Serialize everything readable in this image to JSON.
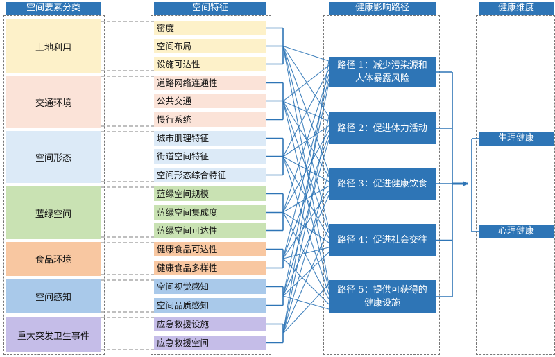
{
  "headers": {
    "categories": "空间要素分类",
    "features": "空间特征",
    "pathways": "健康影响路径",
    "dimensions": "健康维度"
  },
  "categories": [
    {
      "label": "土地利用",
      "color": "#fdf1c9"
    },
    {
      "label": "交通环境",
      "color": "#fbe3d8"
    },
    {
      "label": "空间形态",
      "color": "#dceaf7"
    },
    {
      "label": "蓝绿空间",
      "color": "#c9e2b3"
    },
    {
      "label": "食品环境",
      "color": "#f8c7a1"
    },
    {
      "label": "空间感知",
      "color": "#a9c9ea"
    },
    {
      "label": "重大突发卫生事件",
      "color": "#c5bde8"
    }
  ],
  "features": [
    {
      "label": "密度",
      "group": 0
    },
    {
      "label": "空间布局",
      "group": 0
    },
    {
      "label": "设施可达性",
      "group": 0
    },
    {
      "label": "道路网络连通性",
      "group": 1
    },
    {
      "label": "公共交通",
      "group": 1
    },
    {
      "label": "慢行系统",
      "group": 1
    },
    {
      "label": "城市肌理特征",
      "group": 2
    },
    {
      "label": "街道空间特征",
      "group": 2
    },
    {
      "label": "空间形态综合特征",
      "group": 2
    },
    {
      "label": "蓝绿空间规模",
      "group": 3
    },
    {
      "label": "蓝绿空间集成度",
      "group": 3
    },
    {
      "label": "蓝绿空间可达性",
      "group": 3
    },
    {
      "label": "健康食品可达性",
      "group": 4
    },
    {
      "label": "健康食品多样性",
      "group": 4
    },
    {
      "label": "空间视觉感知",
      "group": 5
    },
    {
      "label": "空间品质感知",
      "group": 5
    },
    {
      "label": "应急救援设施",
      "group": 6
    },
    {
      "label": "应急救援空间",
      "group": 6
    }
  ],
  "pathways": [
    {
      "line1": "路径 1：减少污染源和",
      "line2": "人体暴露风险"
    },
    {
      "line1": "路径 2：促进体力活动",
      "line2": ""
    },
    {
      "line1": "路径 3：促进健康饮食",
      "line2": ""
    },
    {
      "line1": "路径 4：促进社会交往",
      "line2": ""
    },
    {
      "line1": "路径 5：提供可获得的",
      "line2": "健康设施"
    }
  ],
  "dimensions": [
    {
      "label": "生理健康"
    },
    {
      "label": "心理健康"
    }
  ],
  "colors": {
    "accent": "#2e75b6",
    "dashed_border": "#777777"
  }
}
